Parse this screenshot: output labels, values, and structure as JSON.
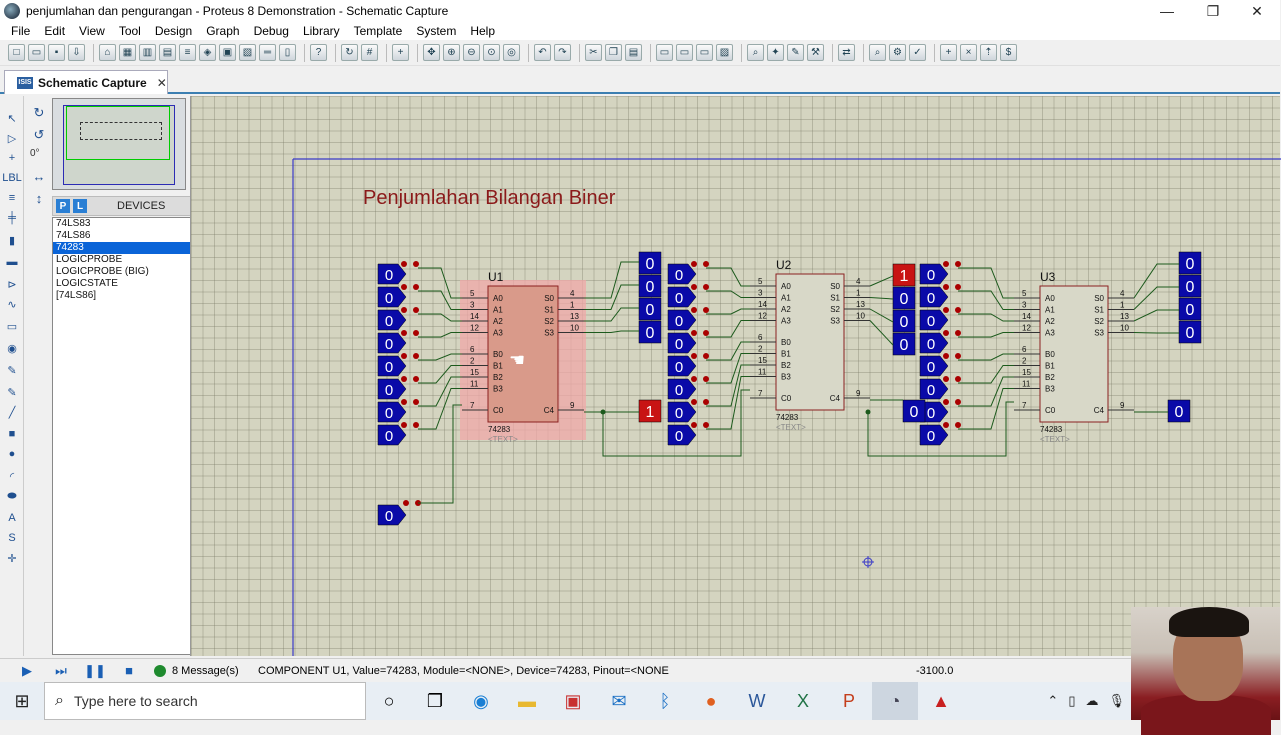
{
  "window": {
    "title": "penjumlahan dan pengurangan - Proteus 8 Demonstration - Schematic Capture",
    "controls": [
      "—",
      "❐",
      "✕"
    ]
  },
  "menu": [
    "File",
    "Edit",
    "View",
    "Tool",
    "Design",
    "Graph",
    "Debug",
    "Library",
    "Template",
    "System",
    "Help"
  ],
  "tab": {
    "label": "Schematic Capture",
    "icon_text": "ISIS",
    "close": "✕"
  },
  "sidepanel": {
    "angle": "0°",
    "pick_button": "P",
    "library_button": "L",
    "devices_title": "DEVICES",
    "devices": [
      "74LS83",
      "74LS86",
      "74283",
      "LOGICPROBE",
      "LOGICPROBE (BIG)",
      "LOGICSTATE",
      "[74LS86]"
    ],
    "selected_index": 2
  },
  "schematic": {
    "title": "Penjumlahan Bilangan Biner",
    "chips": [
      {
        "ref": "U1",
        "part": "74283",
        "text": "<TEXT>",
        "left_pins": [
          {
            "num": "5",
            "name": "A0"
          },
          {
            "num": "3",
            "name": "A1"
          },
          {
            "num": "14",
            "name": "A2"
          },
          {
            "num": "12",
            "name": "A3"
          },
          {
            "num": "6",
            "name": "B0"
          },
          {
            "num": "2",
            "name": "B1"
          },
          {
            "num": "15",
            "name": "B2"
          },
          {
            "num": "11",
            "name": "B3"
          },
          {
            "num": "7",
            "name": "C0"
          }
        ],
        "right_pins": [
          {
            "num": "4",
            "name": "S0"
          },
          {
            "num": "1",
            "name": "S1"
          },
          {
            "num": "13",
            "name": "S2"
          },
          {
            "num": "10",
            "name": "S3"
          },
          {
            "num": "9",
            "name": "C4"
          }
        ]
      },
      {
        "ref": "U2",
        "part": "74283",
        "text": "<TEXT>",
        "left_pins": [
          {
            "num": "5",
            "name": "A0"
          },
          {
            "num": "3",
            "name": "A1"
          },
          {
            "num": "14",
            "name": "A2"
          },
          {
            "num": "12",
            "name": "A3"
          },
          {
            "num": "6",
            "name": "B0"
          },
          {
            "num": "2",
            "name": "B1"
          },
          {
            "num": "15",
            "name": "B2"
          },
          {
            "num": "11",
            "name": "B3"
          },
          {
            "num": "7",
            "name": "C0"
          }
        ],
        "right_pins": [
          {
            "num": "4",
            "name": "S0"
          },
          {
            "num": "1",
            "name": "S1"
          },
          {
            "num": "13",
            "name": "S2"
          },
          {
            "num": "10",
            "name": "S3"
          },
          {
            "num": "9",
            "name": "C4"
          }
        ]
      },
      {
        "ref": "U3",
        "part": "74283",
        "text": "<TEXT>",
        "left_pins": [
          {
            "num": "5",
            "name": "A0"
          },
          {
            "num": "3",
            "name": "A1"
          },
          {
            "num": "14",
            "name": "A2"
          },
          {
            "num": "12",
            "name": "A3"
          },
          {
            "num": "6",
            "name": "B0"
          },
          {
            "num": "2",
            "name": "B1"
          },
          {
            "num": "15",
            "name": "B2"
          },
          {
            "num": "11",
            "name": "B3"
          },
          {
            "num": "7",
            "name": "C0"
          }
        ],
        "right_pins": [
          {
            "num": "4",
            "name": "S0"
          },
          {
            "num": "1",
            "name": "S1"
          },
          {
            "num": "13",
            "name": "S2"
          },
          {
            "num": "10",
            "name": "S3"
          },
          {
            "num": "9",
            "name": "C4"
          }
        ]
      }
    ],
    "input_groups": [
      [
        "0",
        "0",
        "0",
        "0",
        "0",
        "0",
        "0",
        "0"
      ],
      [
        "0",
        "0",
        "0",
        "0",
        "0",
        "0",
        "0",
        "0"
      ],
      [
        "0",
        "0",
        "0",
        "0",
        "0",
        "0",
        "0",
        "0"
      ]
    ],
    "carry_in": "0",
    "sum_outputs": [
      [
        "0",
        "0",
        "0",
        "0"
      ],
      [
        "1",
        "0",
        "0",
        "0"
      ],
      [
        "0",
        "0",
        "0",
        "0"
      ]
    ],
    "carry_outputs": [
      "1",
      "0",
      "0"
    ],
    "colors": {
      "state_low": "#0a0aa8",
      "state_high": "#c81414",
      "chip_fill": "#d8d8c8",
      "chip_border": "#8a2020",
      "selection": "#f0a8a8",
      "wire": "#1c5a1c",
      "title_text": "#8b1a1a",
      "sheet_border": "#3a3ac8"
    }
  },
  "status": {
    "message_count": "8 Message(s)",
    "info": "COMPONENT U1, Value=74283, Module=<NONE>, Device=74283, Pinout=<NONE",
    "coordinates": "-3100.0"
  },
  "taskbar": {
    "search_placeholder": "Type here to search"
  }
}
